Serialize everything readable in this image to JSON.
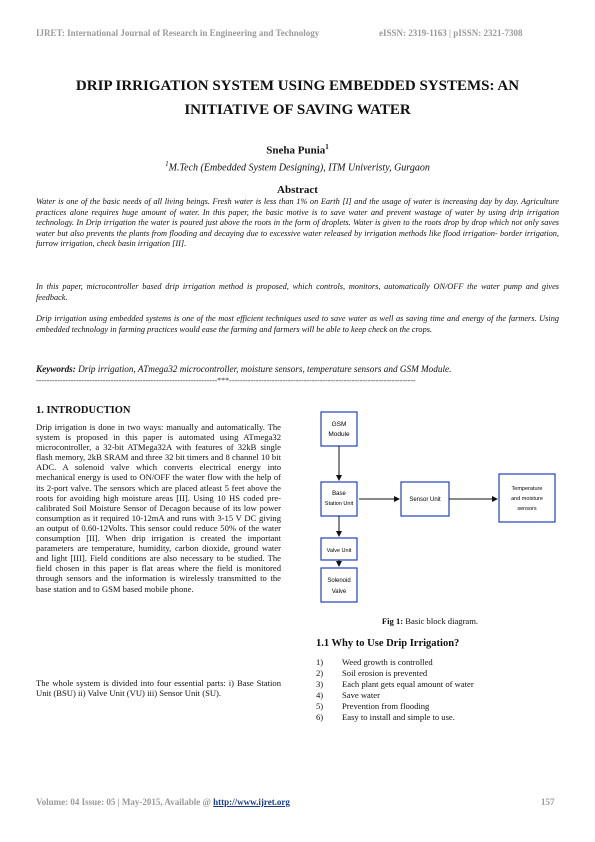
{
  "header": {
    "journal": "IJRET: International Journal of Research in Engineering and Technology",
    "issn": "eISSN: 2319-1163 | pISSN: 2321-7308"
  },
  "title": {
    "line1": "DRIP IRRIGATION SYSTEM USING EMBEDDED SYSTEMS: AN",
    "line2": "INITIATIVE OF SAVING WATER"
  },
  "author": {
    "name": "Sneha Punia",
    "sup": "1",
    "affil_sup": "1",
    "affiliation": "M.Tech (Embedded System Designing), ITM Univeristy, Gurgaon"
  },
  "abstract": {
    "heading": "Abstract",
    "p1": "Water is one of the basic needs of all living beings. Fresh water is less than 1% on Earth [I] and the usage of water is increasing day by day. Agriculture practices alone requires huge amount of water. In this paper, the basic motive is to save water and prevent wastage of water by using drip irrigation technology. In Drip irrigation the water is poured just above the roots in the form of droplets. Water is given to the roots drop by drop which not only saves water but also prevents the plants from flooding and decaying due to excessive water released by irrigation methods like flood irrigation- border irrigation, furrow irrigation, check basin irrigation [II].",
    "p2": "In this paper, microcontroller based drip irrigation method is proposed, which controls, monitors, automatically ON/OFF the water pump and gives feedback.",
    "p3": "Drip irrigation using embedded systems is one of the most efficient techniques used to save water as well as saving time and energy of the farmers. Using embedded technology in farming practices would ease the farming and farmers will be able to keep check on the crops."
  },
  "keywords": {
    "label": "Keywords:",
    "text": "Drip irrigation, ATmega32 microcontroller, moisture sensors, temperature sensors and GSM Module."
  },
  "divider": "--------------------------------------------------------------------***----------------------------------------------------------------------",
  "intro": {
    "heading": "1. INTRODUCTION",
    "p1": "Drip irrigation is done in two ways: manually and automatically. The system is proposed in this paper is automated using ATmega32 microcontroller, a 32-bit ATMega32A with features of 32kB single flash memory, 2kB SRAM and three 32 bit timers and 8 channel 10 bit ADC. A solenoid valve which converts electrical energy into mechanical energy is used to ON/OFF the water flow with the help of its 2-port valve. The sensors which are placed atleast 5 feet above the roots for avoiding high moisture areas [II]. Using 10 HS coded pre-calibrated Soil Moisture Sensor of Decagon because of its low power consumption as it required 10-12mA and runs with 3-15 V DC giving an output of 0.60-12Volts. This sensor could reduce 50% of the water consumption [II]. When drip irrigation is created the important parameters are temperature, humidity, carbon dioxide, ground water and light [III]. Field conditions are also necessary to be studied. The field chosen in this paper is flat areas where the field is monitored through sensors and the information is wirelessly transmitted to the base station and to GSM based mobile phone.",
    "p2": "The whole system is divided into four essential parts: i) Base Station Unit (BSU) ii) Valve Unit (VU) iii) Sensor Unit (SU)."
  },
  "figure": {
    "gsm": [
      "GSM",
      "Module"
    ],
    "base": [
      "Base",
      "Station Unit"
    ],
    "sensor": "Sensor Unit",
    "temp": [
      "Temperature",
      "and moisture",
      "sensors"
    ],
    "valve": "Valve Unit",
    "solenoid": [
      "Solenoid",
      "Valve"
    ],
    "caption_label": "Fig 1:",
    "caption_text": "Basic block diagram.",
    "box_color": "#1f3fbf",
    "arrow_color": "#111111"
  },
  "why": {
    "heading": "1.1 Why to Use Drip Irrigation?",
    "items": [
      {
        "num": "1)",
        "text": "Weed growth is controlled"
      },
      {
        "num": "2)",
        "text": "Soil erosion is prevented"
      },
      {
        "num": "3)",
        "text": "Each plant gets equal amount of water"
      },
      {
        "num": "4)",
        "text": "Save water"
      },
      {
        "num": "5)",
        "text": "Prevention from flooding"
      },
      {
        "num": "6)",
        "text": "Easy to install and simple to use."
      }
    ]
  },
  "footer": {
    "volume": "Volume: 04 Issue: 05 | May-2015, Available @",
    "url": "http://www.ijret.org",
    "page": "157"
  }
}
